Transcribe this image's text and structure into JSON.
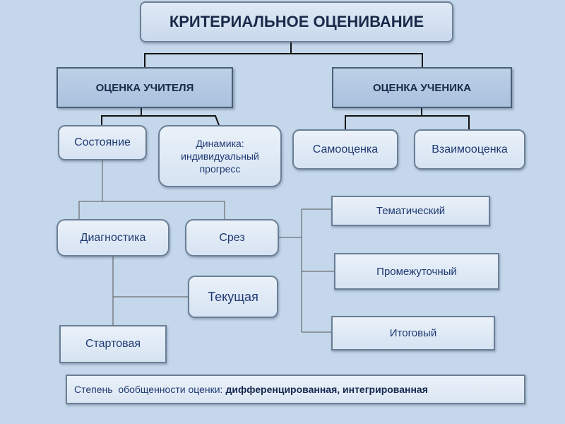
{
  "title": "КРИТЕРИАЛЬНОЕ ОЦЕНИВАНИЕ",
  "branches": {
    "teacher": "ОЦЕНКА УЧИТЕЛЯ",
    "student": "ОЦЕНКА УЧЕНИКА"
  },
  "teacher_nodes": {
    "state": "Состояние",
    "dynamics": "Динамика: индивидуальный прогресс"
  },
  "student_nodes": {
    "self": "Самооценка",
    "mutual": "Взаимооценка"
  },
  "state_nodes": {
    "diagnostics": "Диагностика",
    "cut": "Срез"
  },
  "diagnostic_nodes": {
    "current": "Текущая",
    "start": "Стартовая"
  },
  "cut_nodes": {
    "thematic": "Тематический",
    "intermediate": "Промежуточный",
    "final": "Итоговый"
  },
  "footer": {
    "prefix": "Степень  обобщенности оценки:",
    "value": "дифференцированная, интегрированная"
  }
}
